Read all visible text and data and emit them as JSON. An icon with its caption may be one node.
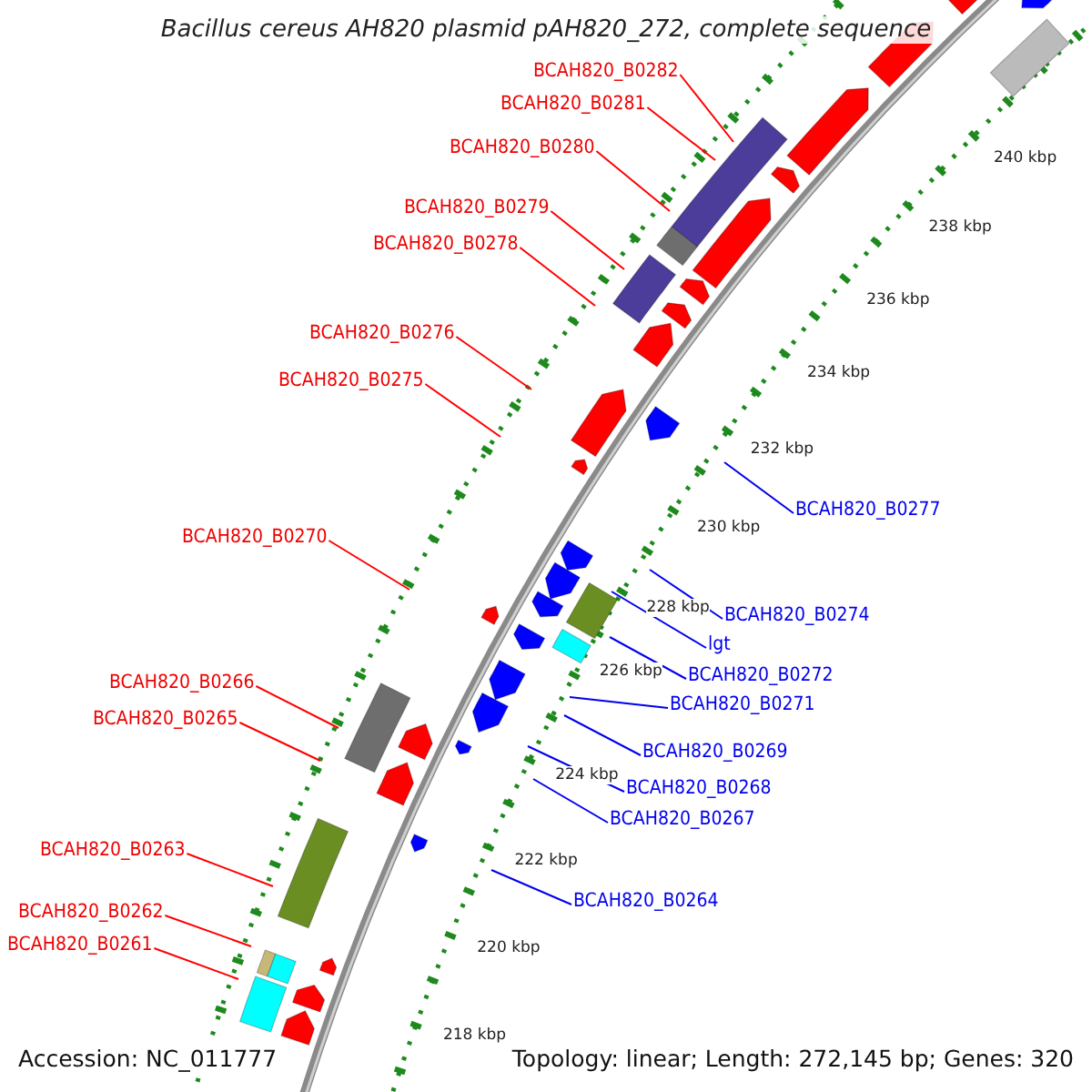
{
  "diagram": {
    "title": "Bacillus cereus AH820 plasmid pAH820_272, complete sequence",
    "nodes": [
      {
        "text": [
          "BCAH820_B0282"
        ]
      },
      {
        "text": [
          "BCAH820_B0281"
        ]
      },
      {
        "text": [
          "BCAH820_B0280"
        ]
      },
      {
        "text": [
          "BCAH820_B0279"
        ]
      },
      {
        "text": [
          "BCAH820_B0278"
        ]
      },
      {
        "text": [
          "BCAH820_B0276"
        ]
      },
      {
        "text": [
          "BCAH820_B0275"
        ]
      },
      {
        "text": [
          "BCAH820_B0277"
        ]
      },
      {
        "text": [
          "BCAH820_B0270"
        ]
      },
      {
        "text": [
          "BCAH820_B0274"
        ]
      },
      {
        "text": [
          "lgt"
        ]
      },
      {
        "text": [
          "BCAH820_B0272"
        ]
      },
      {
        "text": [
          "BCAH820_B0271"
        ]
      },
      {
        "text": [
          "BCAH820_B0266"
        ]
      },
      {
        "text": [
          "BCAH820_B0265"
        ]
      },
      {
        "text": [
          "BCAH820_B0269"
        ]
      },
      {
        "text": [
          "BCAH820_B0268"
        ]
      },
      {
        "text": [
          "BCAH820_B0267"
        ]
      },
      {
        "text": [
          "BCAH820_B0263"
        ]
      },
      {
        "text": [
          "BCAH820_B0264"
        ]
      },
      {
        "text": [
          "BCAH820_B0262"
        ]
      },
      {
        "text": [
          "BCAH820_B0261"
        ]
      }
    ],
    "edges": [
      {
        "from": 0,
        "to": null,
        "arrow": "none"
      },
      {
        "from": 1,
        "to": null,
        "arrow": "none"
      },
      {
        "from": 2,
        "to": null,
        "arrow": "none"
      },
      {
        "from": 3,
        "to": null,
        "arrow": "none"
      },
      {
        "from": 4,
        "to": null,
        "arrow": "none"
      },
      {
        "from": 5,
        "to": null,
        "arrow": "none"
      },
      {
        "from": 6,
        "to": null,
        "arrow": "none"
      },
      {
        "from": 7,
        "to": null,
        "arrow": "none",
        "color": "#0000ee"
      },
      {
        "from": 8,
        "to": null,
        "arrow": "none"
      },
      {
        "from": 9,
        "to": null,
        "arrow": "none",
        "color": "#0000ee"
      },
      {
        "from": 10,
        "to": null,
        "arrow": "none",
        "color": "#0000ee"
      },
      {
        "from": 11,
        "to": null,
        "arrow": "none",
        "color": "#0000ee"
      },
      {
        "from": 12,
        "to": null,
        "arrow": "none",
        "color": "#0000ee"
      },
      {
        "from": 13,
        "to": null,
        "arrow": "none"
      },
      {
        "from": 14,
        "to": null,
        "arrow": "none"
      },
      {
        "from": 15,
        "to": null,
        "arrow": "none",
        "color": "#0000ee"
      },
      {
        "from": 16,
        "to": null,
        "arrow": "none",
        "color": "#0000ee"
      },
      {
        "from": 17,
        "to": null,
        "arrow": "none",
        "color": "#0000ee"
      },
      {
        "from": 18,
        "to": null,
        "arrow": "none"
      },
      {
        "from": 19,
        "to": null,
        "arrow": "none",
        "color": "#0000ee"
      },
      {
        "from": 20,
        "to": null,
        "arrow": "none"
      },
      {
        "from": 21,
        "to": null,
        "arrow": "none"
      }
    ],
    "labels": [
      "240 kbp",
      "238 kbp",
      "236 kbp",
      "234 kbp",
      "232 kbp",
      "230 kbp",
      "228 kbp",
      "226 kbp",
      "224 kbp",
      "222 kbp",
      "220 kbp",
      "218 kbp",
      "Accession: NC_011777",
      "Topology: linear; Length: 272,145 bp; Genes: 320"
    ]
  }
}
